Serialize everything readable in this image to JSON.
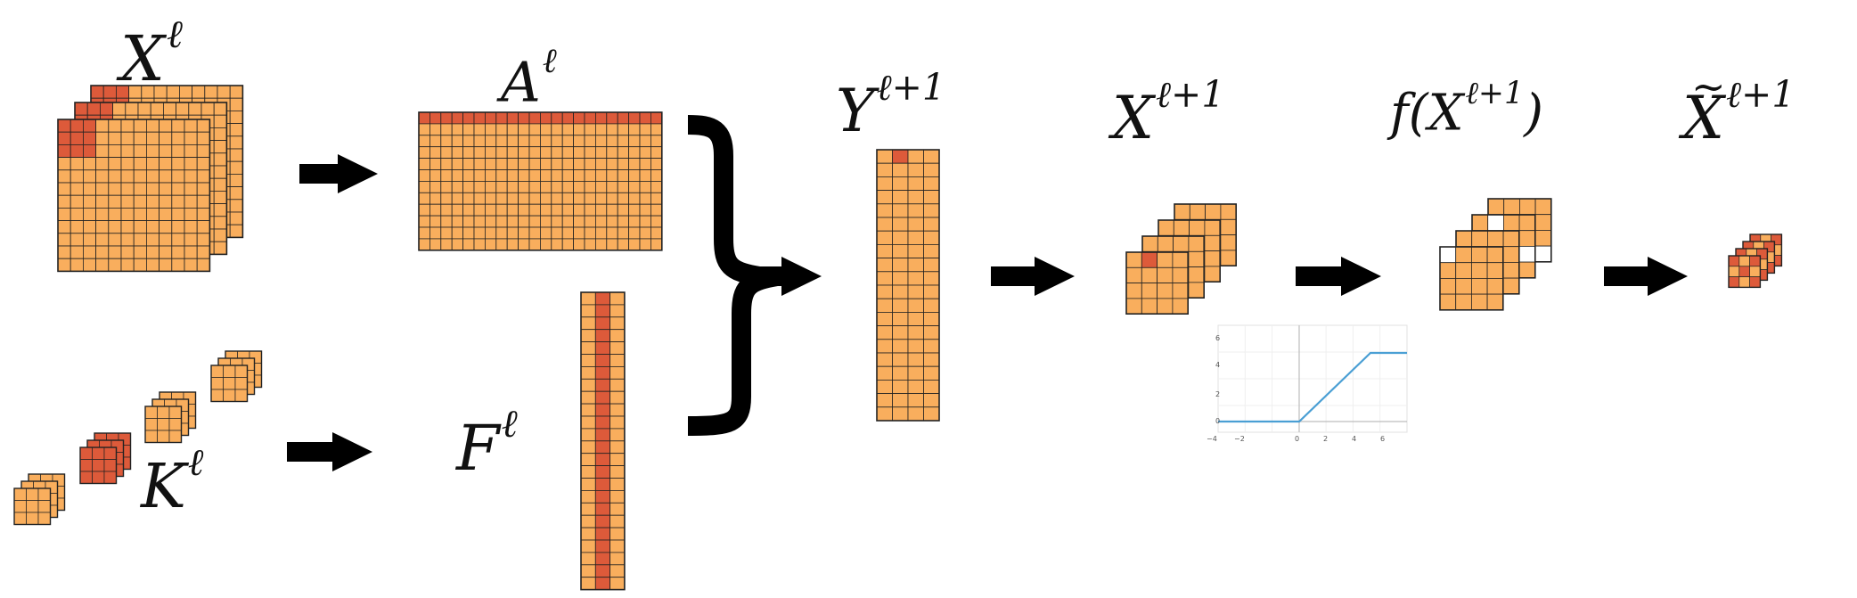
{
  "labels": {
    "x_l": {
      "base": "X",
      "sup": "ℓ"
    },
    "a_l": {
      "base": "A",
      "sup": "ℓ"
    },
    "k_l": {
      "base": "K",
      "sup": "ℓ"
    },
    "f_l": {
      "base": "F",
      "sup": "ℓ"
    },
    "y_l1": {
      "base": "Y",
      "sup": "ℓ+1"
    },
    "x_l1": {
      "base": "X",
      "sup": "ℓ+1"
    },
    "fx_l1": {
      "pre": "f(X",
      "sup": "ℓ+1",
      "post": ")"
    },
    "xt_l1": {
      "base": "X",
      "sup": "ℓ+1"
    }
  },
  "activation_plot": {
    "x_ticks": [
      "−4",
      "−2",
      "0",
      "2",
      "4",
      "6"
    ],
    "y_ticks": [
      "6",
      "4",
      "2",
      "0"
    ]
  },
  "colors": {
    "cell": "#F9AE5D",
    "highlight": "#DD5A3A",
    "grid_line": "#222222",
    "arrow": "#000000",
    "plot_line": "#4A9FD4"
  }
}
